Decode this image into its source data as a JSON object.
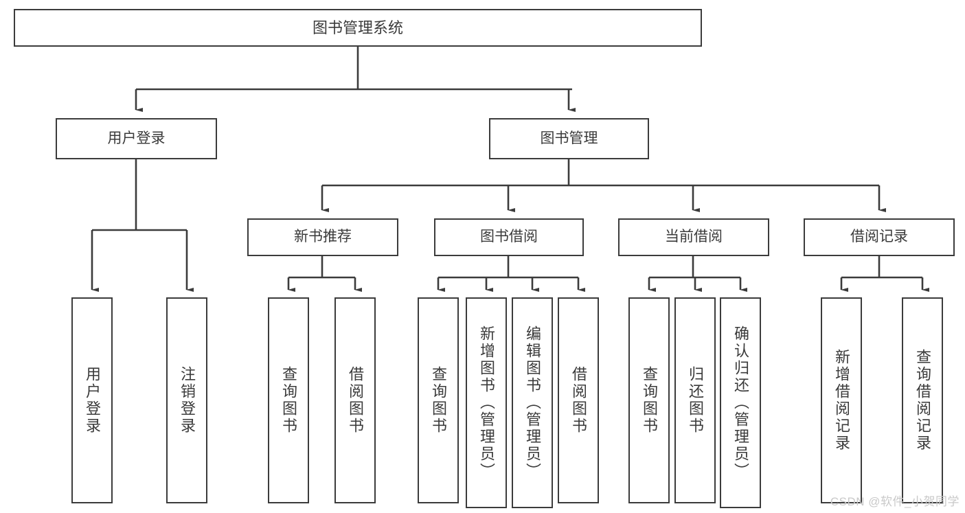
{
  "diagram": {
    "title": "图书管理系统",
    "watermark": "CSDN @软件_小贺同学",
    "stroke_color": "#3b3b3b",
    "background_color": "#ffffff",
    "text_color": "#3a3a3a",
    "nodes": {
      "root": {
        "label": "图书管理系统"
      },
      "level1": [
        {
          "label": "用户登录"
        },
        {
          "label": "图书管理"
        }
      ],
      "level2": [
        {
          "label": "新书推荐"
        },
        {
          "label": "图书借阅"
        },
        {
          "label": "当前借阅"
        },
        {
          "label": "借阅记录"
        }
      ],
      "leaves": {
        "user_login": [
          {
            "label": "用户登录"
          },
          {
            "label": "注销登录"
          }
        ],
        "new_book_recommend": [
          {
            "label": "查询图书"
          },
          {
            "label": "借阅图书"
          }
        ],
        "book_borrow": [
          {
            "label": "查询图书"
          },
          {
            "label": "新增图书（管理员）"
          },
          {
            "label": "编辑图书（管理员）"
          },
          {
            "label": "借阅图书"
          }
        ],
        "current_borrow": [
          {
            "label": "查询图书"
          },
          {
            "label": "归还图书"
          },
          {
            "label": "确认归还（管理员）"
          }
        ],
        "borrow_records": [
          {
            "label": "新增借阅记录"
          },
          {
            "label": "查询借阅记录"
          }
        ]
      }
    }
  }
}
